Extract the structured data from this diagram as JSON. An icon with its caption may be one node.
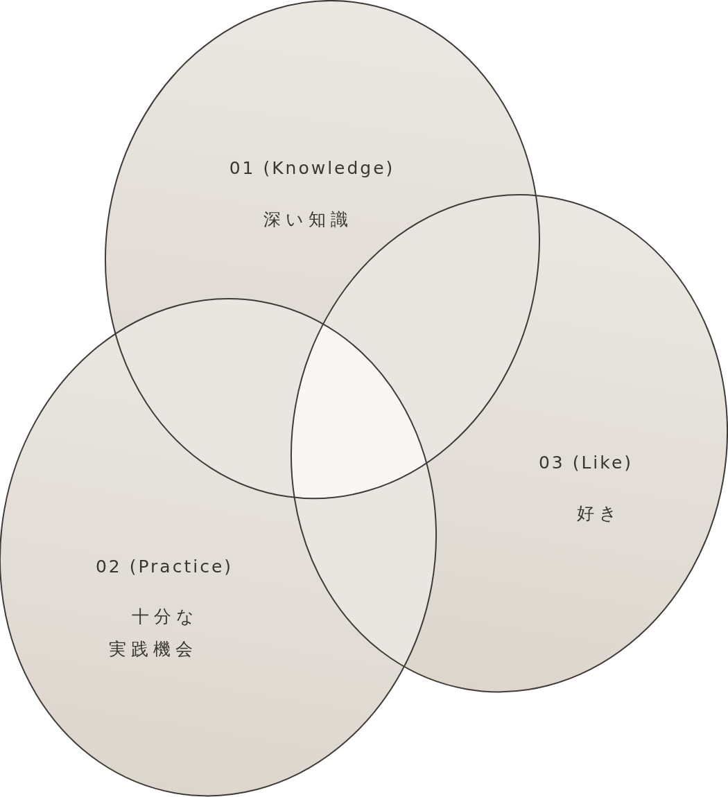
{
  "diagram": {
    "nodes": [
      {
        "text": [
          "01 (Knowledge)",
          "深い知識"
        ]
      },
      {
        "text": [
          "02 (Practice)",
          "十分な実践機会"
        ]
      },
      {
        "text": [
          "03 (Like)",
          "好き"
        ]
      }
    ],
    "edges": []
  }
}
